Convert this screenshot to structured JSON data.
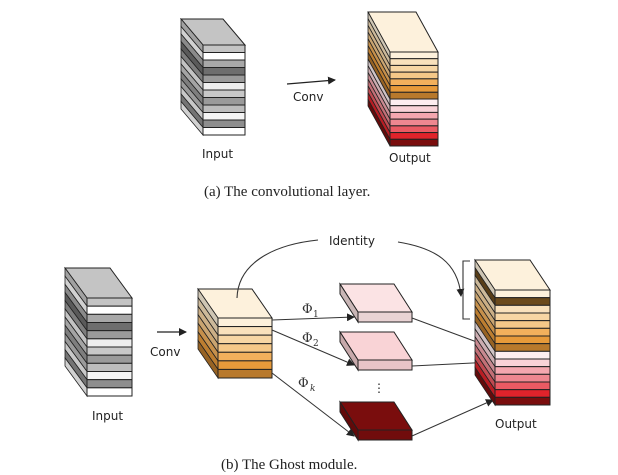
{
  "figure": {
    "panel_a": {
      "caption": "(a) The convolutional layer.",
      "input_label": "Input",
      "output_label": "Output",
      "op_label": "Conv",
      "input_stripes": [
        "#c4c4c4",
        "#ffffff",
        "#a8a8a8",
        "#6e6e6e",
        "#9a9a9a",
        "#eeeeee",
        "#c8c8c8",
        "#9a9a9a",
        "#bcbcbc",
        "#f4f4f4",
        "#8e8e8e",
        "#ffffff"
      ],
      "output_stripes": [
        "#fdf1dc",
        "#f9e1bc",
        "#f7d6a4",
        "#f5c888",
        "#f2b05c",
        "#e79a3a",
        "#b8792c",
        "#fdeef0",
        "#f9d3d8",
        "#f4a7af",
        "#ee8790",
        "#ea5a63",
        "#e0232b",
        "#7a0d0d"
      ]
    },
    "panel_b": {
      "caption": "(b) The Ghost module.",
      "input_label": "Input",
      "output_label": "Output",
      "op_label": "Conv",
      "identity_label": "Identity",
      "phi_symbol": "Φ",
      "transforms": [
        "1",
        "2",
        "k"
      ],
      "ellipsis": "⋮",
      "input_stripes": [
        "#c4c4c4",
        "#ffffff",
        "#a8a8a8",
        "#6e6e6e",
        "#9a9a9a",
        "#eeeeee",
        "#c8c8c8",
        "#9a9a9a",
        "#bcbcbc",
        "#f4f4f4",
        "#8e8e8e",
        "#ffffff"
      ],
      "intrinsic_stripes": [
        "#fdf1dc",
        "#f9e1bc",
        "#f7d6a4",
        "#f5c888",
        "#f2b05c",
        "#e79a3a",
        "#b8792c"
      ],
      "ghost_colors": [
        "#fbe3e4",
        "#f9d3d6",
        "#7a0d0d"
      ],
      "output_stripes": [
        "#fdf1dc",
        "#6b4a1c",
        "#f9e1bc",
        "#f7d6a4",
        "#f5c888",
        "#f2b05c",
        "#e79a3a",
        "#b8792c",
        "#fdeef0",
        "#f9d3d8",
        "#f4a7af",
        "#ee8790",
        "#ea5a63",
        "#e0232b",
        "#7a0d0d"
      ]
    }
  }
}
